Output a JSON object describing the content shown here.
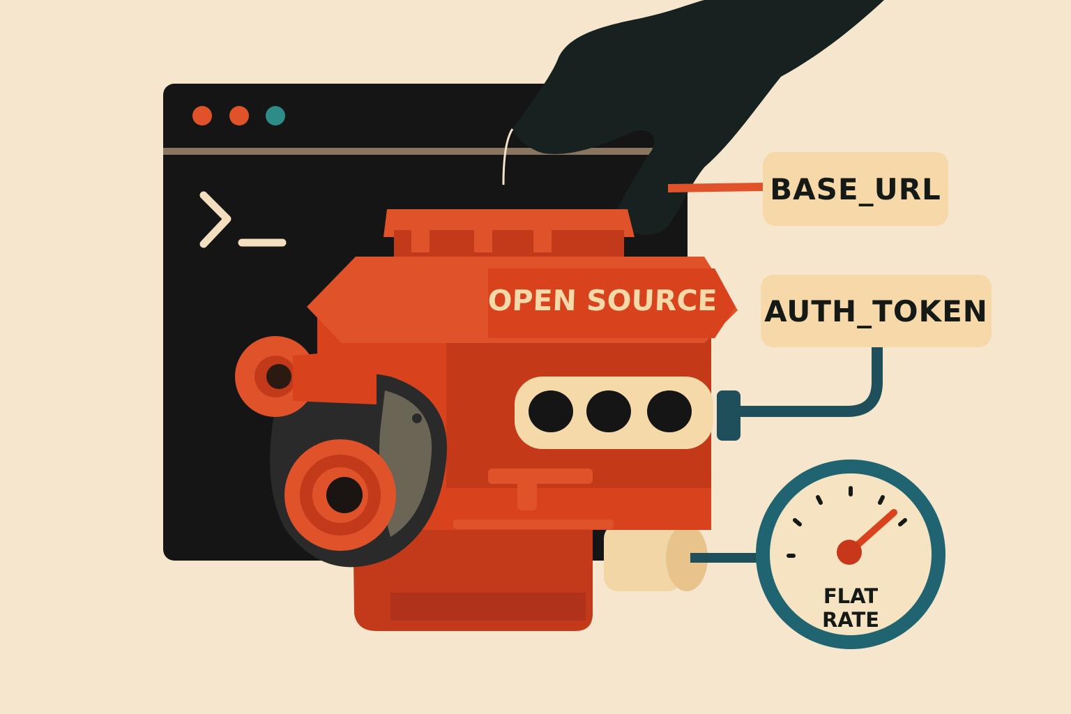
{
  "illustration": {
    "terminal": {
      "prompt_glyph": ">_",
      "window_dots": [
        "#e0532a",
        "#e0532a",
        "#2e8c86"
      ]
    },
    "engine": {
      "label": "OPEN SOURCE",
      "color": "#d8431e"
    },
    "config_tags": [
      {
        "key": "base_url",
        "label": "BASE_URL"
      },
      {
        "key": "auth_token",
        "label": "AUTH_TOKEN"
      }
    ],
    "gauge": {
      "label": "FLAT\nRATE",
      "ring_color": "#1f6470"
    },
    "colors": {
      "background": "#f6e6ce",
      "terminal": "#151515",
      "hand": "#172220",
      "tag": "#f7d9a9",
      "hose": "#1e4f5a"
    }
  }
}
